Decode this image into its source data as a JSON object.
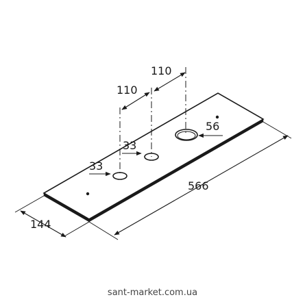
{
  "dimensions": {
    "spacing_right": "110",
    "spacing_left": "110",
    "hole_large": "56",
    "hole_middle": "33",
    "hole_left": "33",
    "length": "566",
    "width": "144"
  },
  "watermark": "sant-market.com.ua",
  "colors": {
    "ink": "#1a1a1a",
    "background": "#ffffff",
    "watermark": "#444444"
  }
}
